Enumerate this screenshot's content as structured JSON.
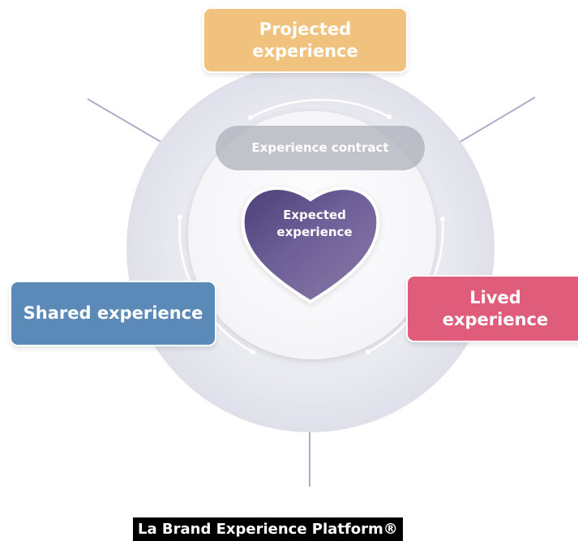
{
  "diagram": {
    "projected": "Projected experience",
    "contract": "Experience contract",
    "expected": "Expected experience",
    "shared": "Shared experience",
    "lived": "Lived experience"
  },
  "footer": {
    "title": "La Brand Experience Platform®"
  },
  "colors": {
    "projected": "#f1c27d",
    "shared": "#5b8ab8",
    "lived": "#df5c7a",
    "contract": "#aab0b8",
    "heart": "#5a4a82",
    "lines": "#a9afc7"
  }
}
